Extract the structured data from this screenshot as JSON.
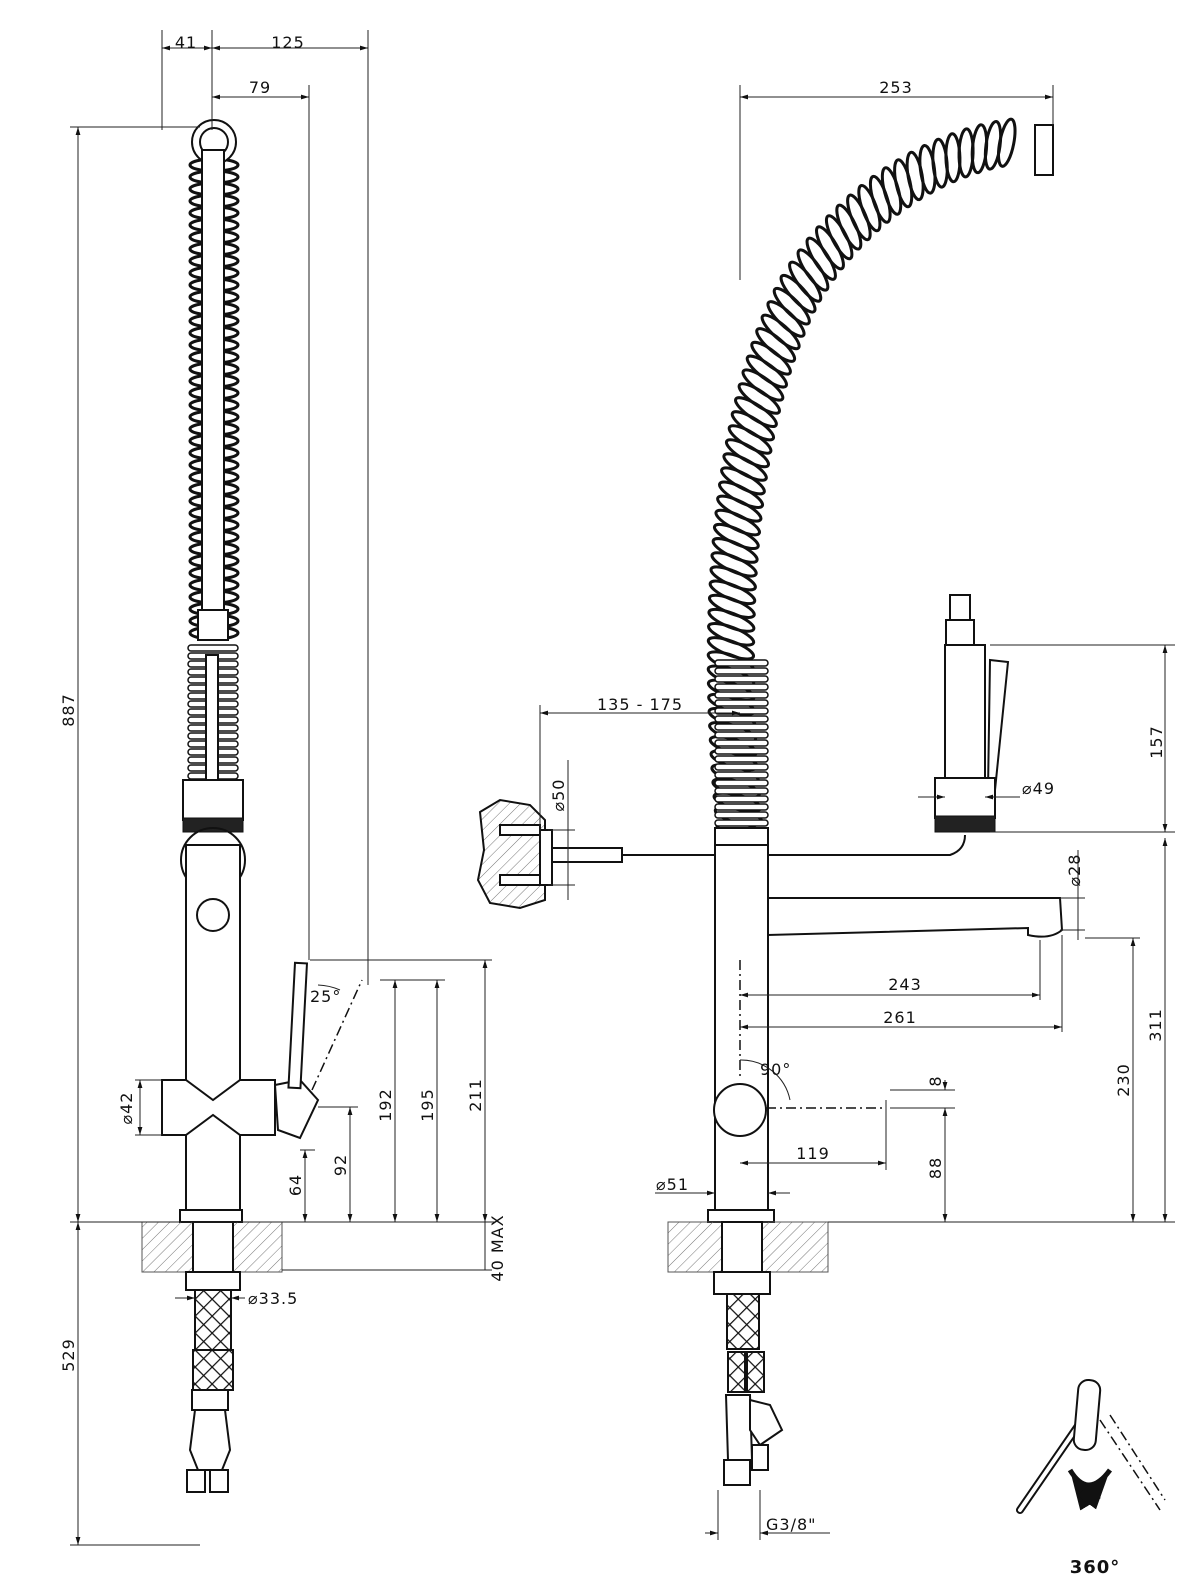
{
  "left_view": {
    "width_41": "41",
    "width_125": "125",
    "width_79": "79",
    "height_887": "887",
    "lever_angle": "25°",
    "dia_42": "⌀42",
    "height_64": "64",
    "height_92": "92",
    "height_192": "192",
    "height_195": "195",
    "height_211": "211",
    "deck_40_max": "40 MAX",
    "dia_33_5": "⌀33.5",
    "depth_529": "529"
  },
  "right_view": {
    "width_253": "253",
    "wall_135_175": "135  -  175",
    "dia_50": "⌀50",
    "height_157": "157",
    "dia_49": "⌀49",
    "dia_28": "⌀28",
    "reach_243": "243",
    "reach_261": "261",
    "lever_angle": "90°",
    "height_8": "8",
    "reach_119": "119",
    "height_88": "88",
    "height_230": "230",
    "height_311": "311",
    "dia_51": "⌀51",
    "thread": "G3/8\""
  },
  "rotation_icon": {
    "label": "360°"
  }
}
